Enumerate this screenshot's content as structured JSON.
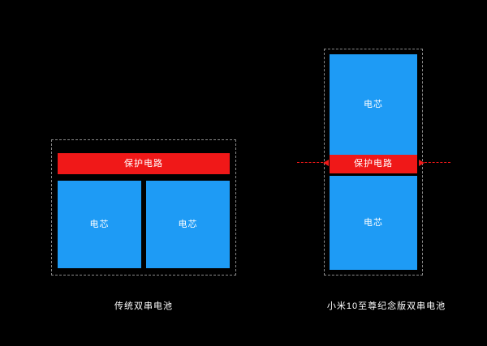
{
  "diagram": {
    "background_color": "#000000",
    "accent_colors": {
      "protection_circuit": "#f01818",
      "cell": "#1e9bf5",
      "dashed_outline": "#8a8a8a",
      "text": "#ffffff"
    },
    "left": {
      "caption": "传统双串电池",
      "protection_circuit_label": "保护电路",
      "cells": [
        {
          "label": "电芯"
        },
        {
          "label": "电芯"
        }
      ]
    },
    "right": {
      "caption": "小米10至尊纪念版双串电池",
      "protection_circuit_label": "保护电路",
      "cells": [
        {
          "label": "电芯"
        },
        {
          "label": "电芯"
        }
      ]
    }
  }
}
